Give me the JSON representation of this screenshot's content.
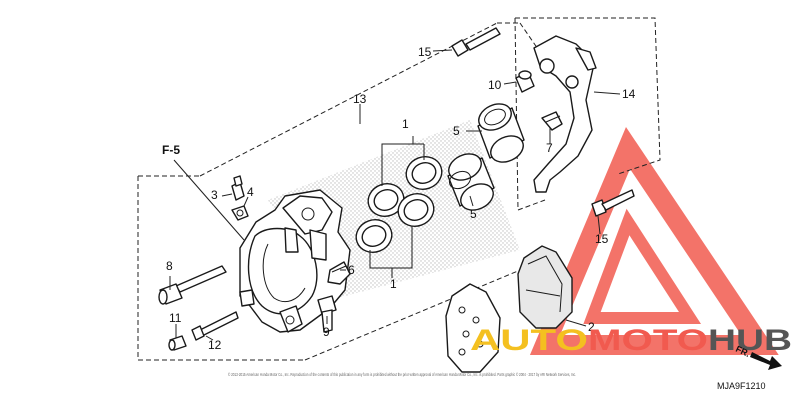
{
  "diagram": {
    "section_ref": "F-5",
    "diagram_code": "MJA9F1210",
    "front_label": "FR.",
    "copyright": "© 2013-2015 American Honda Motor Co., Inc. Reproduction of the contents of this publication in any form is prohibited without the prior written approval of American Honda Motor Co., Inc. is prohibited. Parts graphic © 2004 - 2017 by ARI Network Services, Inc.",
    "callouts": {
      "c1a": "1",
      "c1b": "1",
      "c2": "2",
      "c3": "3",
      "c4": "4",
      "c5a": "5",
      "c5b": "5",
      "c6": "6",
      "c7": "7",
      "c8": "8",
      "c9": "9",
      "c10": "10",
      "c11": "11",
      "c12": "12",
      "c13": "13",
      "c14": "14",
      "c15a": "15",
      "c15b": "15"
    }
  },
  "watermark": {
    "part1": "AUTO",
    "part2": "MOTO",
    "part3": "HUB",
    "triangle_color": "#f15a4f",
    "auto_color": "#f4c020",
    "hub_color": "#555555"
  }
}
